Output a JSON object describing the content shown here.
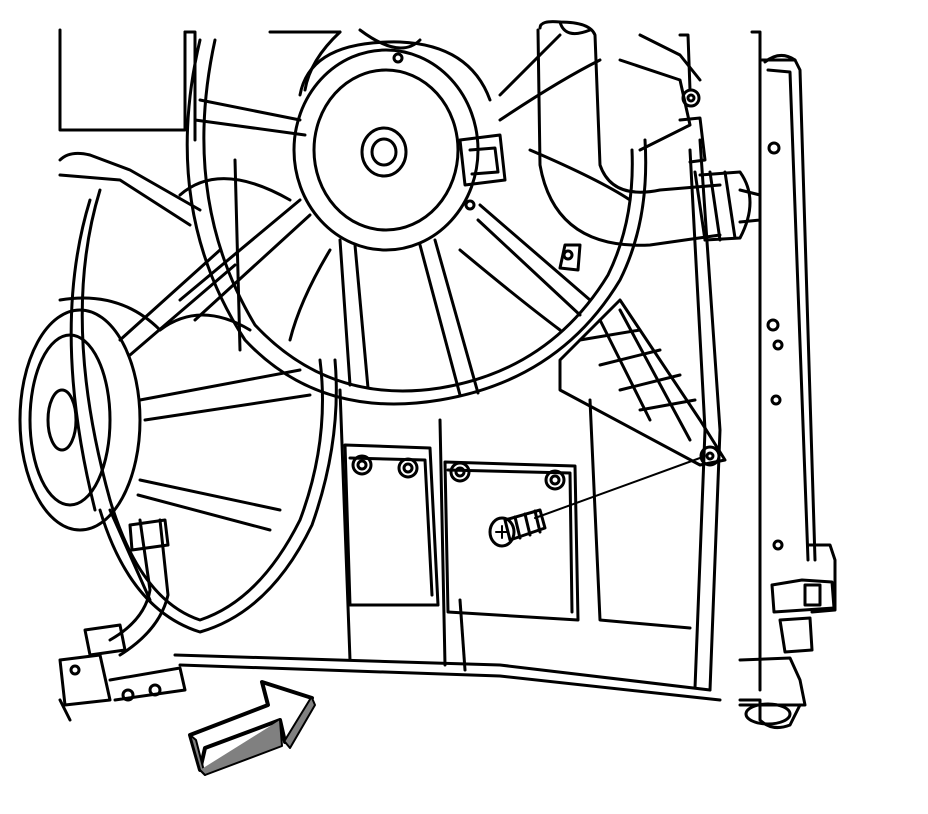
{
  "diagram": {
    "kind": "line-art technical illustration",
    "colors": {
      "ink": "#000000",
      "paper": "#ffffff",
      "arrow_shade": "#808080"
    },
    "parts": [
      {
        "id": "radiator-core",
        "icon": "radiator"
      },
      {
        "id": "left-cooling-fan",
        "icon": "fan"
      },
      {
        "id": "right-cooling-fan",
        "icon": "fan"
      },
      {
        "id": "upper-radiator-hose",
        "icon": "hose"
      },
      {
        "id": "fan-shroud",
        "icon": "shroud"
      },
      {
        "id": "shroud-mounting-bolt",
        "icon": "bolt"
      },
      {
        "id": "direction-arrow",
        "icon": "arrow"
      }
    ]
  }
}
